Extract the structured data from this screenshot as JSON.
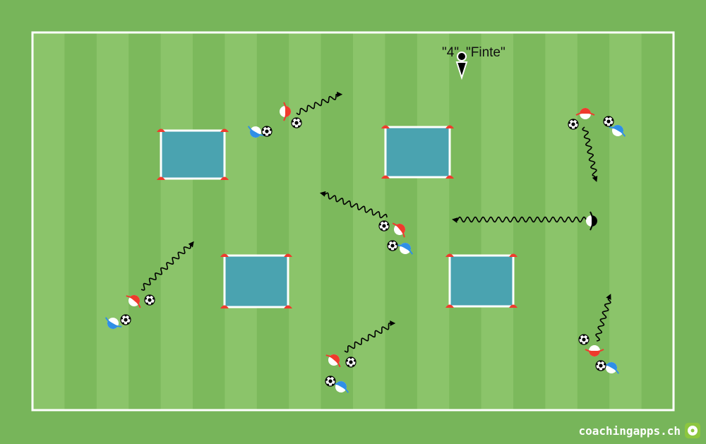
{
  "diagram": {
    "labels": {
      "number": "\"4\"",
      "action": "\"Finte\""
    },
    "colors": {
      "grass_light": "#8bc46a",
      "grass_dark": "#7cb95c",
      "outside": "#77b55a",
      "zone": "#4aa3b0",
      "cone": "#ef3b2d",
      "team_red": "#ef3b2d",
      "team_blue": "#2f8fe6"
    },
    "elements": {
      "zones": 4,
      "red_players": 6,
      "blue_players": 6,
      "balls": 12,
      "dribble_arrows": 7,
      "coach": 1
    }
  },
  "logo": {
    "text": "coachingapps.ch",
    "icon": "soccer-ball-icon"
  }
}
